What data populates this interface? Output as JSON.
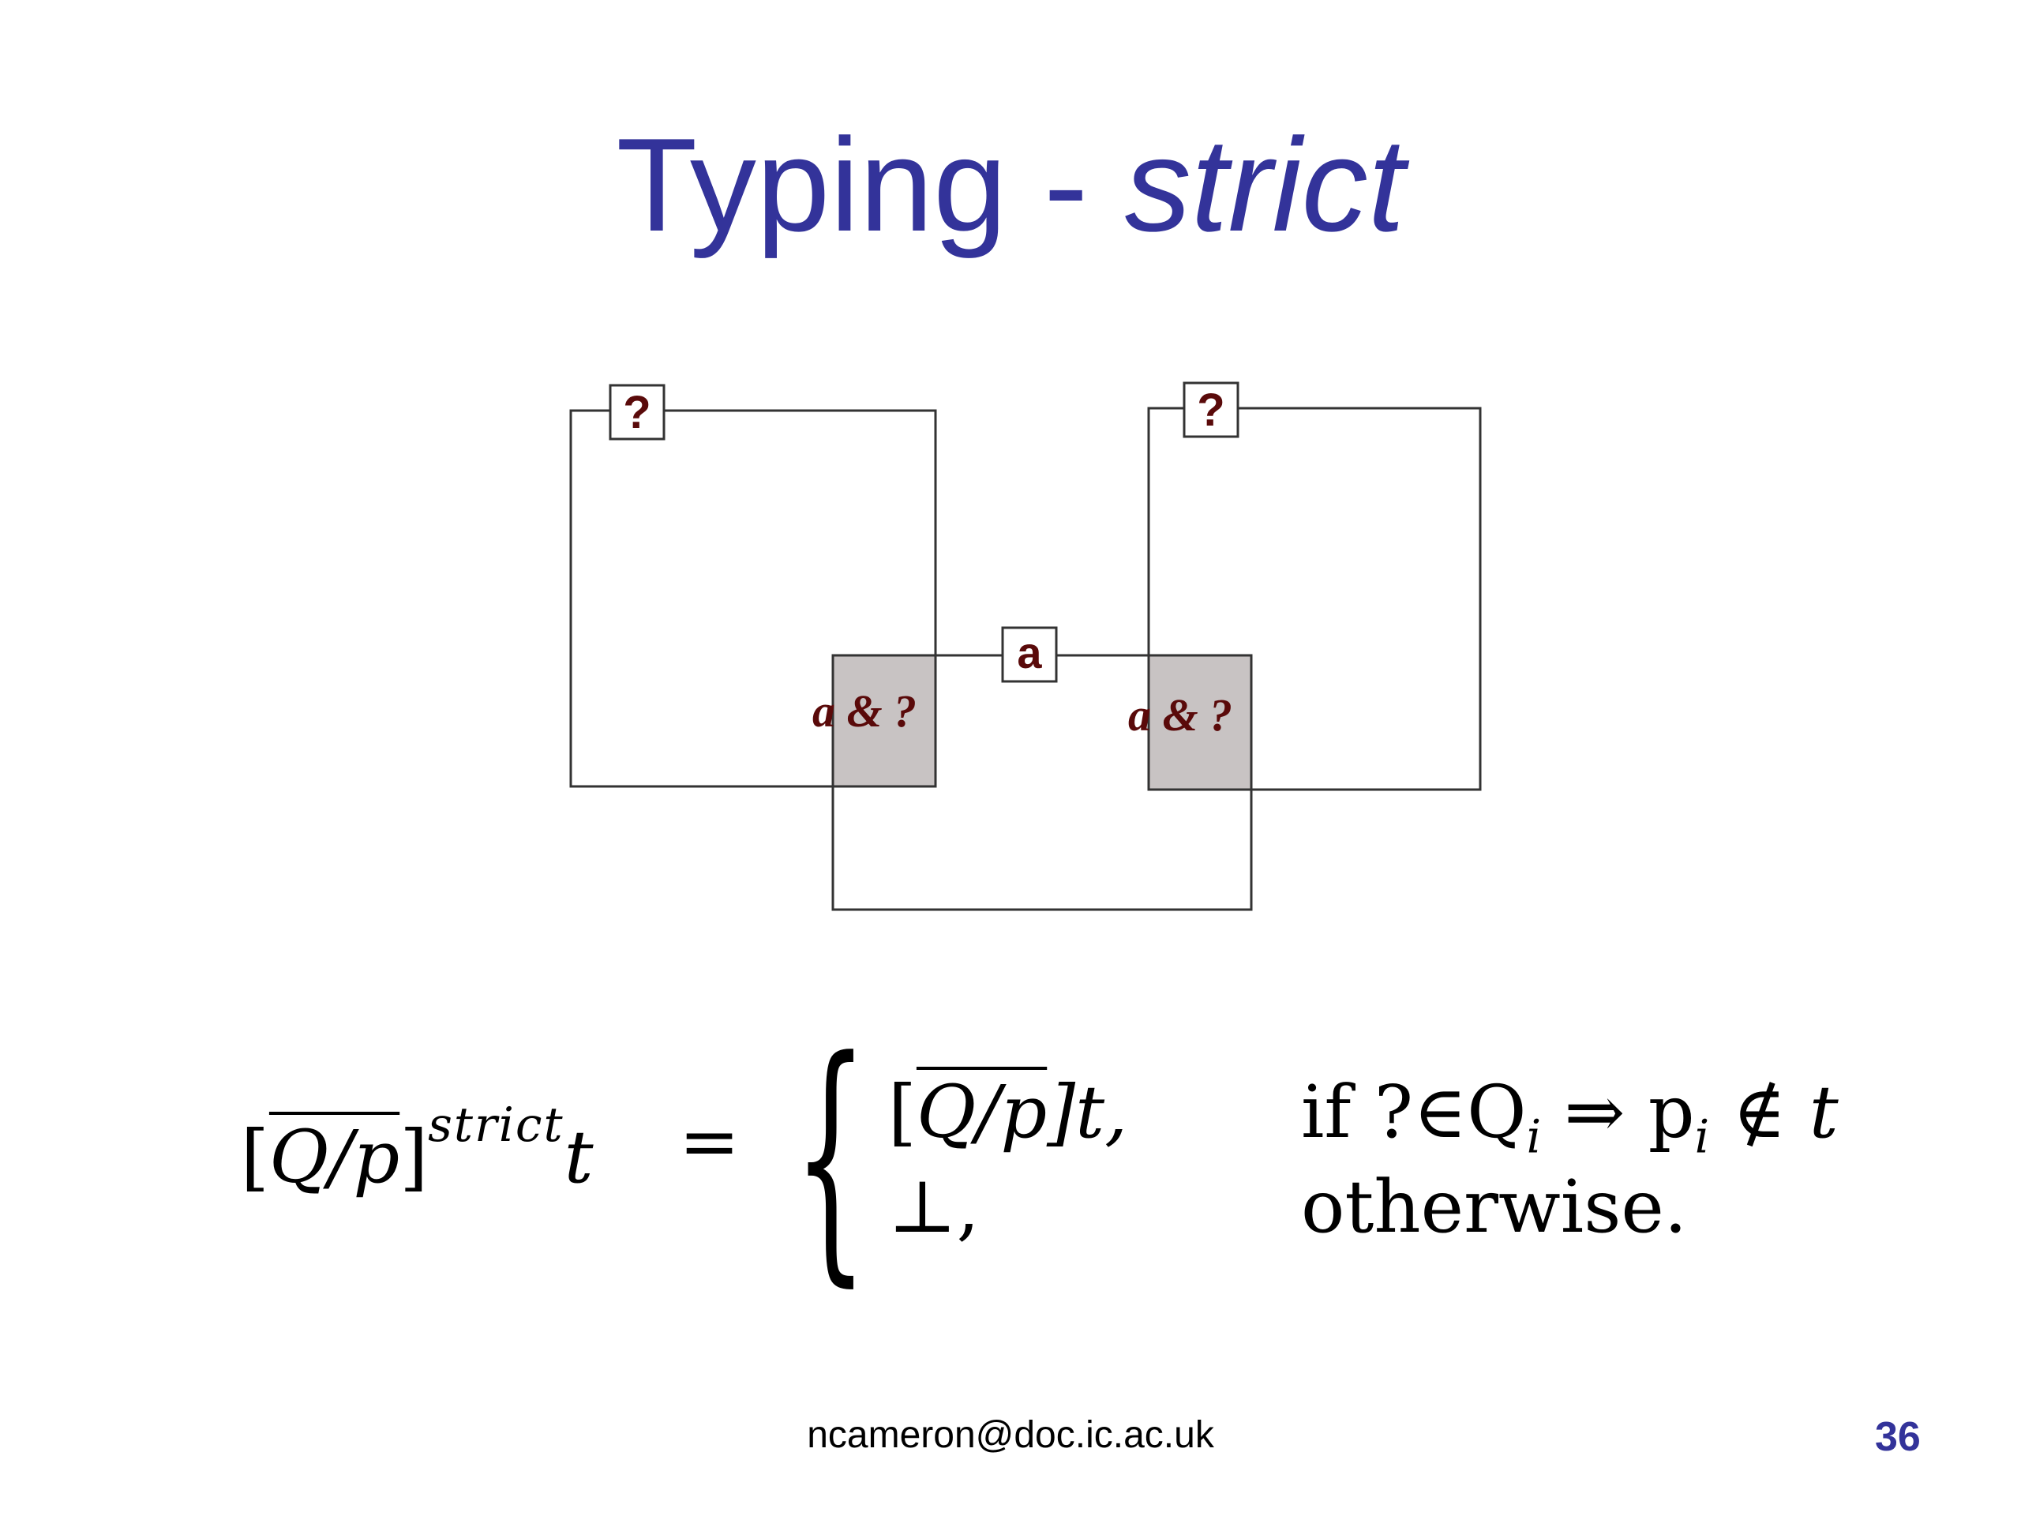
{
  "slide": {
    "title_plain": "Typing - ",
    "title_italic": "strict",
    "footer_email": "ncameron@doc.ic.ac.uk",
    "page_number": "36"
  },
  "diagram": {
    "box_labels": {
      "left_top": "?",
      "right_top": "?",
      "middle": "a"
    },
    "overlap_labels": {
      "left": "a & ?",
      "right": "a & ?"
    },
    "colors": {
      "label_text": "#5a0a0a",
      "overlap_fill": "#c8c3c3",
      "stroke": "#333333"
    }
  },
  "formula": {
    "lhs_bracket_open": "[",
    "lhs_overline": "Q/p",
    "lhs_bracket_close": "]",
    "lhs_superscript": "strict",
    "lhs_var": "t",
    "equals": "=",
    "brace": "{",
    "case1_value_open": "[",
    "case1_value_overline": "Q/p",
    "case1_value_close": "]t,",
    "case1_cond_pre": "if  ?∈Q",
    "case1_cond_sub": "i",
    "case1_cond_mid": " ⇒ p",
    "case1_cond_sub2": "i",
    "case1_cond_post": " ∉ t",
    "case2_value": "⊥,",
    "case2_cond": "otherwise."
  },
  "colors": {
    "title": "#33339a",
    "page_number": "#33339a"
  }
}
